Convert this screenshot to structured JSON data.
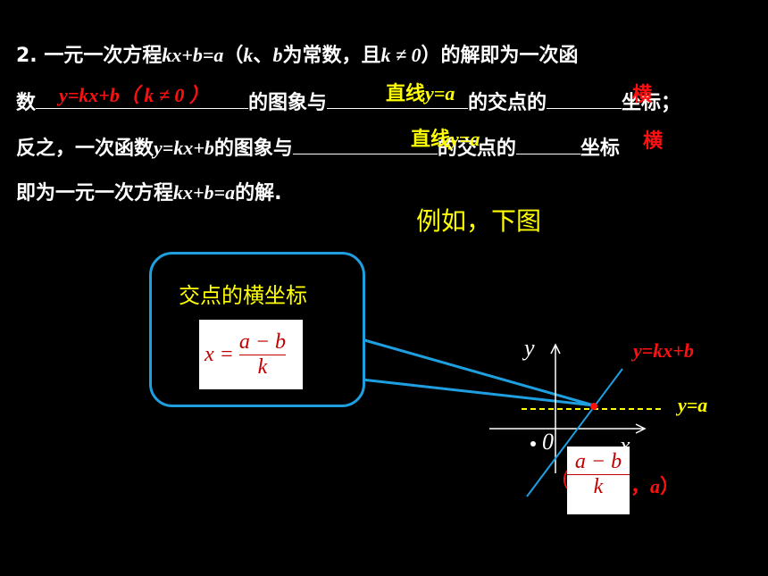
{
  "line1": {
    "prefix": "2.  一元一次方程",
    "eq": "kx+b=a",
    "paren_open": "（",
    "k": "k",
    "sep": "、",
    "b": "b",
    "mid": "为常数，且",
    "cond": "k ≠ 0",
    "tail": "）的解即为一次函"
  },
  "line2": {
    "prefix": "数",
    "mid1": "的图象与",
    "mid2": "的交点的",
    "tail": "坐标；"
  },
  "line3": {
    "prefix": "反之，一次函数",
    "eq": "y=kx+b",
    "mid1": "的图象与",
    "mid2": "的交点的",
    "tail": "坐标"
  },
  "line4": {
    "prefix": "即为一元一次方程",
    "eq": "kx+b=a",
    "tail": "的解."
  },
  "answers": {
    "a1": "y=kx+b（ k ≠ 0 ）",
    "a2_text": "直线",
    "a2_eq": "y=a",
    "a3": "横",
    "a4_text": "直线",
    "a4_eq": "y=a",
    "a5": "横"
  },
  "example_label": "例如，下图",
  "bubble": {
    "title": "交点的横坐标",
    "x_eq": "x =",
    "numerator": "a − b",
    "denominator": "k"
  },
  "graph": {
    "y_axis_label": "y",
    "x_axis_label": "x",
    "origin_label": "0",
    "line_label": "y=kx+b",
    "hline_label": "y=a",
    "point_open": "(",
    "point_numerator": "a − b",
    "point_denominator": "k",
    "point_sep": "，",
    "point_a": "a",
    "point_close": "）"
  },
  "colors": {
    "answer": "#ffff00",
    "highlight": "#ff1010",
    "line": "#1e9fe0"
  }
}
